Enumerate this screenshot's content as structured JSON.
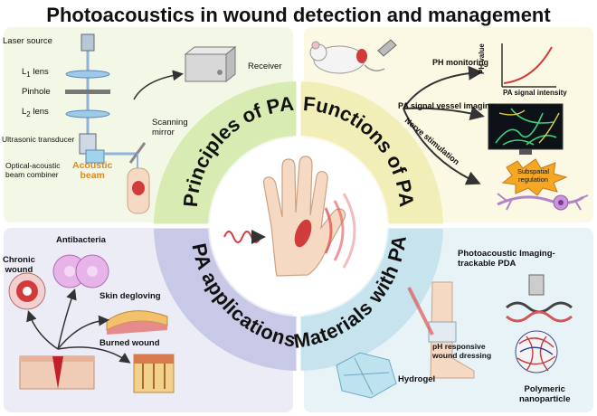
{
  "title": "Photoacoustics in wound detection and management",
  "colors": {
    "principles_bg": "#f3f7e6",
    "functions_bg": "#fbf8e4",
    "applications_bg": "#ececf7",
    "materials_bg": "#e8f3f8",
    "ring_principles": "#d7ebb2",
    "ring_functions": "#f2eeb8",
    "ring_applications": "#c8c9e6",
    "ring_materials": "#c6e3ee",
    "accent_orange": "#e08a1c",
    "wound_red": "#d23b3b"
  },
  "ring": {
    "principles": "Principles of PA",
    "functions": "Functions of PA",
    "applications": "PA applications",
    "materials": "Materials with PA"
  },
  "principles": {
    "laser_source": "Laser source",
    "l1_lens": "L",
    "l1_sub": "1",
    "l1_suffix": " lens",
    "pinhole": "Pinhole",
    "l2_lens": "L",
    "l2_sub": "2",
    "l2_suffix": " lens",
    "transducer": "Ultrasonic transducer",
    "combiner_line1": "Optical-acoustic",
    "combiner_line2": "beam combiner",
    "acoustic_line1": "Acoustic",
    "acoustic_line2": "beam",
    "receiver": "Receiver",
    "scanning_line1": "Scanning",
    "scanning_line2": "mirror"
  },
  "functions": {
    "ph_monitoring": "PH monitoring",
    "ph_value": "PH value",
    "pa_intensity": "PA signal intensity",
    "vessel_imaging": "PA signal vessel imaging",
    "nerve_stimulation": "Nerve stimulation",
    "subspatial_line1": "Subspatial",
    "subspatial_line2": "regulation"
  },
  "applications": {
    "antibacteria": "Antibacteria",
    "chronic_line1": "Chronic",
    "chronic_line2": "wound",
    "skin_degloving": "Skin degloving",
    "burned_wound": "Burned wound"
  },
  "materials": {
    "pda_line1": "Photoacoustic Imaging-",
    "pda_line2": "trackable PDA",
    "ph_dressing_line1": "pH responsive",
    "ph_dressing_line2": "wound dressing",
    "hydrogel": "Hydrogel",
    "polymeric_line1": "Polymeric",
    "polymeric_line2": "nanoparticle"
  }
}
